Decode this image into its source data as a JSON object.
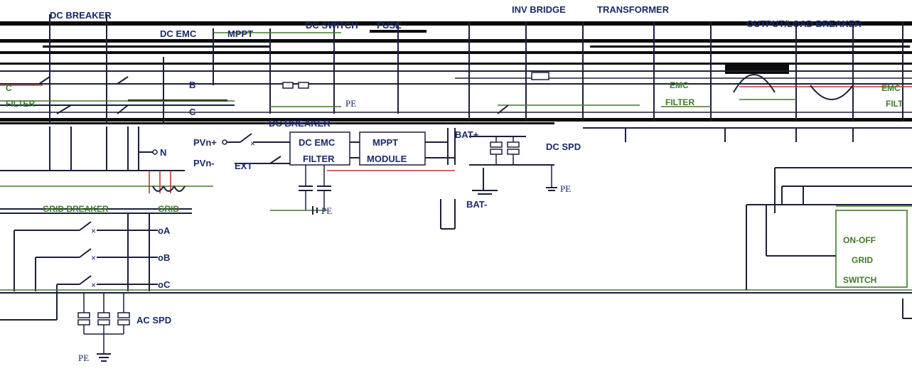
{
  "labels": {
    "dc_breaker_top": "DC BREAKER",
    "inv_bridge": "INV BRIDGE",
    "transformer": "TRANSFORMER",
    "dc_switch": "DC SWITCH",
    "fuse": "FUSE",
    "output_breaker": "OUTPUT/LOAD BREAKER",
    "dc_emc_top": "DC EMC",
    "mppt_top": "MPPT",
    "node_b": "B",
    "node_c": "C",
    "node_n": "N",
    "pe_top": "PE",
    "emc": "EMC",
    "filter": "FILTER",
    "dc_breaker_mid": "DC BREAKER",
    "pvn_plus": "PVn+",
    "pvn_minus": "PVn-",
    "ext": "EXT",
    "dc_emc_box_line1": "DC EMC",
    "dc_emc_box_line2": "FILTER",
    "mppt_box_line1": "MPPT",
    "mppt_box_line2": "MODULE",
    "bat_plus": "BAT+",
    "bat_minus": "BAT-",
    "dc_spd": "DC SPD",
    "pe_mid": "PE",
    "pe_mid2": "PE",
    "grid_breaker": "GRID BREAKER",
    "grid_label": "GRID",
    "grid_a": "oA",
    "grid_b": "oB",
    "grid_c": "oC",
    "ac_spd": "AC SPD",
    "pe_bottom": "PE",
    "switch_line1": "ON-OFF",
    "switch_line2": "GRID",
    "switch_line3": "SWITCH",
    "left_c": "C",
    "left_filter": "FILTER",
    "right_emc": "EMC",
    "right_filter": "FILT"
  },
  "icons": [
    "breaker-icon",
    "capacitor-icon",
    "ground-icon",
    "resistor-icon",
    "inductor-icon"
  ],
  "colors": {
    "wire": "#1b1f3b",
    "label": "#1a2a6c",
    "green": "#3f7a2a",
    "red": "#c0392b"
  }
}
